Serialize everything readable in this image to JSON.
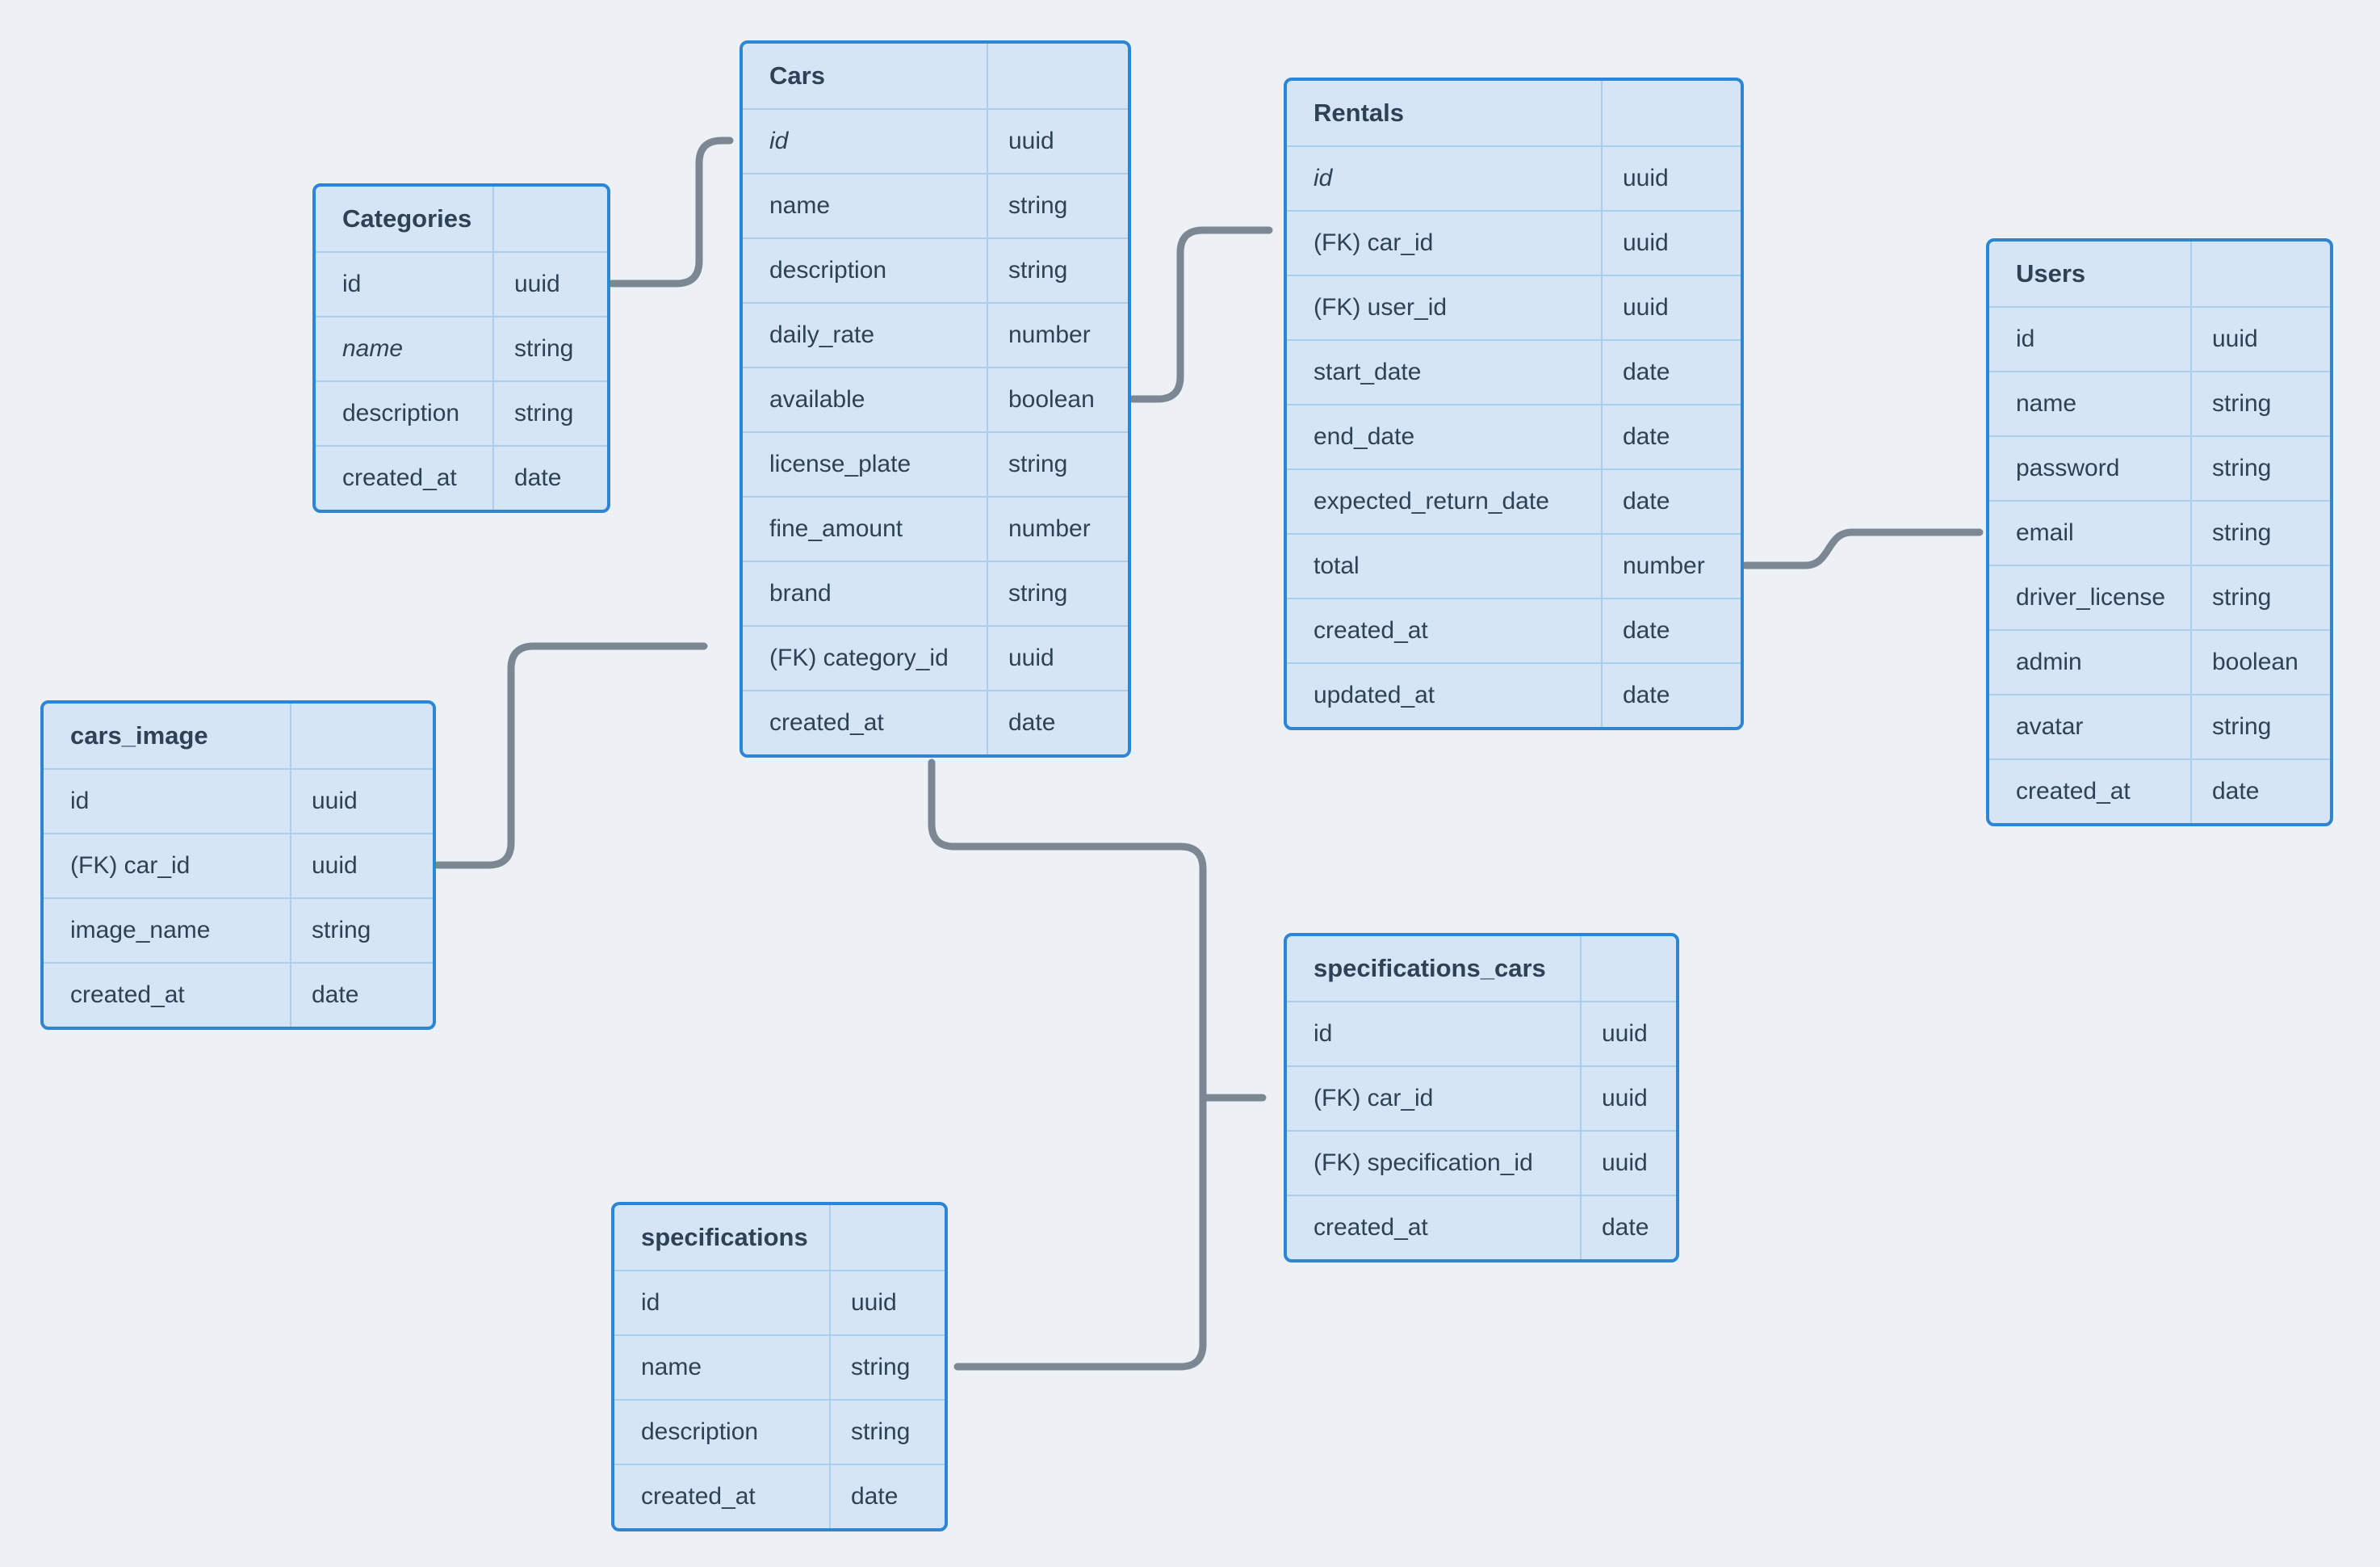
{
  "diagram": {
    "background": "#edf1f6",
    "table_fill": "#d5e5f6",
    "table_border": "#2d86d5",
    "row_divider": "#abceec",
    "text_color": "#2e4257",
    "connector_color": "#7b8894"
  },
  "tables": [
    {
      "name": "Categories",
      "rows": [
        {
          "field": "id",
          "type": "uuid"
        },
        {
          "field": "name",
          "type": "string",
          "italic": true
        },
        {
          "field": "description",
          "type": "string"
        },
        {
          "field": "created_at",
          "type": "date"
        }
      ]
    },
    {
      "name": "Cars",
      "rows": [
        {
          "field": "id",
          "type": "uuid",
          "italic": true
        },
        {
          "field": "name",
          "type": "string"
        },
        {
          "field": "description",
          "type": "string"
        },
        {
          "field": "daily_rate",
          "type": "number"
        },
        {
          "field": "available",
          "type": "boolean"
        },
        {
          "field": "license_plate",
          "type": "string"
        },
        {
          "field": "fine_amount",
          "type": "number"
        },
        {
          "field": "brand",
          "type": "string"
        },
        {
          "field": "(FK) category_id",
          "type": "uuid"
        },
        {
          "field": "created_at",
          "type": "date"
        }
      ]
    },
    {
      "name": "Rentals",
      "rows": [
        {
          "field": "id",
          "type": "uuid",
          "italic": true
        },
        {
          "field": "(FK) car_id",
          "type": "uuid"
        },
        {
          "field": "(FK) user_id",
          "type": "uuid"
        },
        {
          "field": "start_date",
          "type": "date"
        },
        {
          "field": "end_date",
          "type": "date"
        },
        {
          "field": "expected_return_date",
          "type": "date"
        },
        {
          "field": "total",
          "type": "number"
        },
        {
          "field": "created_at",
          "type": "date"
        },
        {
          "field": "updated_at",
          "type": "date"
        }
      ]
    },
    {
      "name": "Users",
      "rows": [
        {
          "field": "id",
          "type": "uuid"
        },
        {
          "field": "name",
          "type": "string"
        },
        {
          "field": "password",
          "type": "string"
        },
        {
          "field": "email",
          "type": "string"
        },
        {
          "field": "driver_license",
          "type": "string"
        },
        {
          "field": "admin",
          "type": "boolean"
        },
        {
          "field": "avatar",
          "type": "string"
        },
        {
          "field": "created_at",
          "type": "date"
        }
      ]
    },
    {
      "name": "cars_image",
      "rows": [
        {
          "field": "id",
          "type": "uuid"
        },
        {
          "field": "(FK) car_id",
          "type": "uuid"
        },
        {
          "field": "image_name",
          "type": "string"
        },
        {
          "field": "created_at",
          "type": "date"
        }
      ]
    },
    {
      "name": "specifications",
      "rows": [
        {
          "field": "id",
          "type": "uuid"
        },
        {
          "field": "name",
          "type": "string"
        },
        {
          "field": "description",
          "type": "string"
        },
        {
          "field": "created_at",
          "type": "date"
        }
      ]
    },
    {
      "name": "specifications_cars",
      "rows": [
        {
          "field": "id",
          "type": "uuid"
        },
        {
          "field": "(FK) car_id",
          "type": "uuid"
        },
        {
          "field": "(FK) specification_id",
          "type": "uuid"
        },
        {
          "field": "created_at",
          "type": "date"
        }
      ]
    }
  ],
  "relationships": [
    {
      "from": "Categories.id",
      "to": "Cars.id"
    },
    {
      "from": "Cars.available",
      "to": "Rentals.(FK) car_id"
    },
    {
      "from": "Rentals.total",
      "to": "Users.email"
    },
    {
      "from": "cars_image.(FK) car_id",
      "to": "Cars.(FK) category_id"
    },
    {
      "from": "Cars",
      "to": "specifications_cars.(FK) car_id"
    },
    {
      "from": "specifications.name",
      "to": "specifications_cars.(FK) car_id"
    }
  ]
}
